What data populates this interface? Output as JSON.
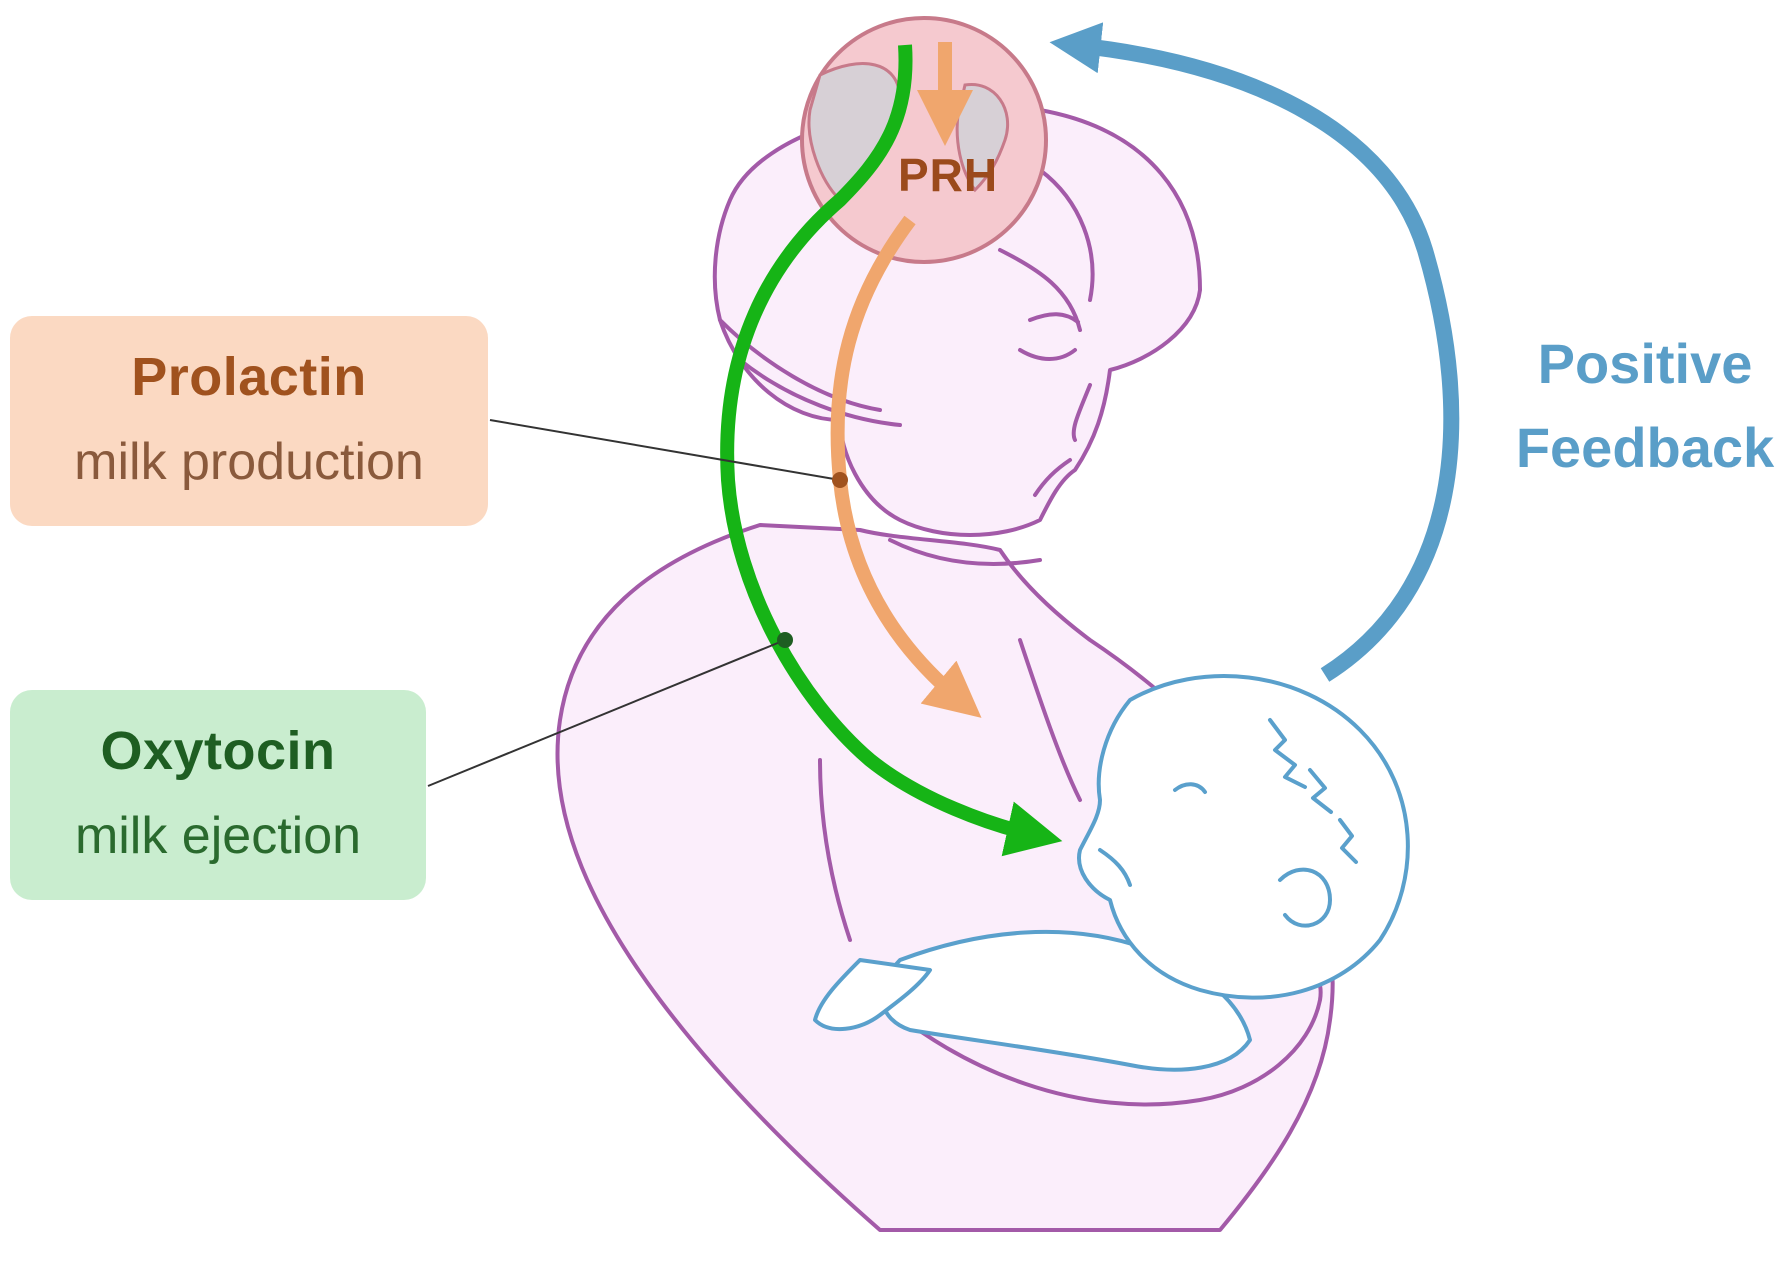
{
  "prh": {
    "label": "PRH"
  },
  "prolactin": {
    "title": "Prolactin",
    "subtitle": "milk production"
  },
  "oxytocin": {
    "title": "Oxytocin",
    "subtitle": "milk ejection"
  },
  "feedback": {
    "line1": "Positive",
    "line2": "Feedback"
  },
  "colors": {
    "mother_outline": "#a35aa8",
    "mother_fill": "#fbeefb",
    "baby_outline": "#5aa0cc",
    "baby_fill": "#ffffff",
    "prolactin_arrow": "#f0a66d",
    "oxytocin_arrow": "#16b416",
    "feedback_arrow": "#5a9ec8",
    "brain_fill": "#f5c9cf",
    "brain_outline": "#c77a8a"
  }
}
